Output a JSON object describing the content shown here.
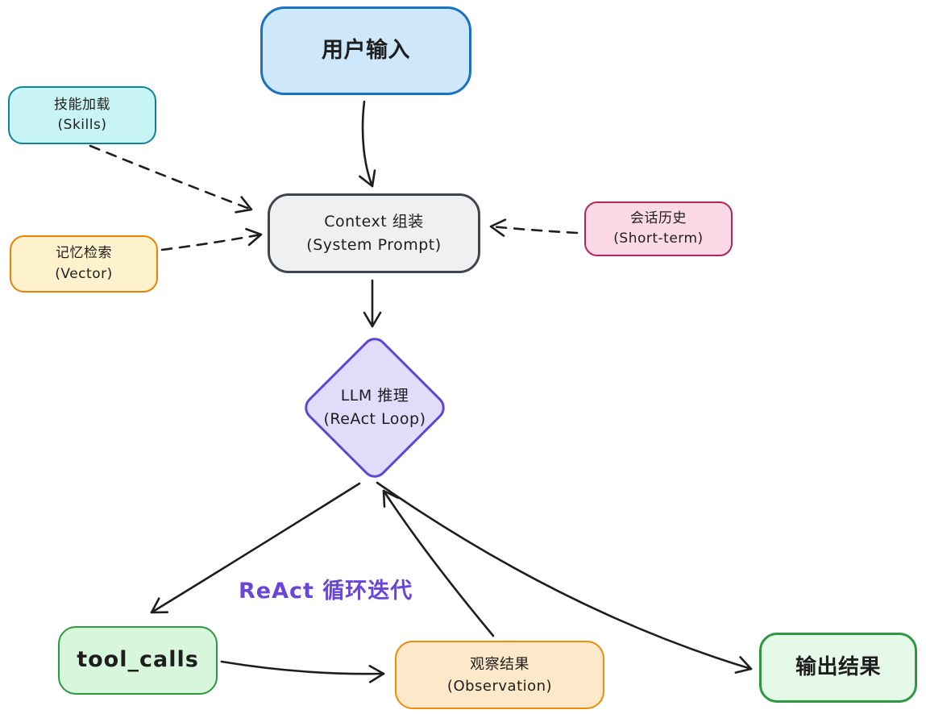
{
  "diagram": {
    "background": "#ffffff",
    "stroke_color": "#1e1e1e",
    "nodes": {
      "user_input": {
        "label": "用户输入",
        "shape": "rounded-rect",
        "fill": "#cfe7fb",
        "border": "#1971c2"
      },
      "skills": {
        "label": "技能加载",
        "sublabel": "(Skills)",
        "shape": "rounded-rect",
        "fill": "#c9f4f6",
        "border": "#0c8599"
      },
      "memory": {
        "label": "记忆检索",
        "sublabel": "(Vector)",
        "shape": "rounded-rect",
        "fill": "#fdf2cc",
        "border": "#ee8102"
      },
      "context": {
        "label": "Context 组装",
        "sublabel": "(System Prompt)",
        "shape": "rounded-rect",
        "fill": "#eef0f2",
        "border": "#3f454b"
      },
      "history": {
        "label": "会话历史",
        "sublabel": "(Short-term)",
        "shape": "rounded-rect",
        "fill": "#fbd9e6",
        "border": "#b42558"
      },
      "llm": {
        "label": "LLM 推理",
        "sublabel": "(ReAct Loop)",
        "shape": "diamond",
        "fill": "#e2dbf9",
        "border": "#5f45d6"
      },
      "tool_calls": {
        "label": "tool_calls",
        "shape": "rounded-rect",
        "fill": "#d8f6dc",
        "border": "#2b9a3f"
      },
      "observation": {
        "label": "观察结果",
        "sublabel": "(Observation)",
        "shape": "rounded-rect",
        "fill": "#fde8c9",
        "border": "#ef8b09"
      },
      "output": {
        "label": "输出结果",
        "shape": "rounded-rect",
        "fill": "#e6f9e8",
        "border": "#2b9a3f"
      }
    },
    "annotations": {
      "react_loop": {
        "text": "ReAct 循环迭代",
        "color": "#6a45d9"
      }
    },
    "edges": [
      {
        "from": "user_input",
        "to": "context",
        "style": "solid"
      },
      {
        "from": "skills",
        "to": "context",
        "style": "dashed"
      },
      {
        "from": "memory",
        "to": "context",
        "style": "dashed"
      },
      {
        "from": "history",
        "to": "context",
        "style": "dashed"
      },
      {
        "from": "context",
        "to": "llm",
        "style": "solid"
      },
      {
        "from": "llm",
        "to": "tool_calls",
        "style": "solid"
      },
      {
        "from": "tool_calls",
        "to": "observation",
        "style": "solid"
      },
      {
        "from": "observation",
        "to": "llm",
        "style": "solid"
      },
      {
        "from": "llm",
        "to": "output",
        "style": "solid"
      }
    ]
  }
}
